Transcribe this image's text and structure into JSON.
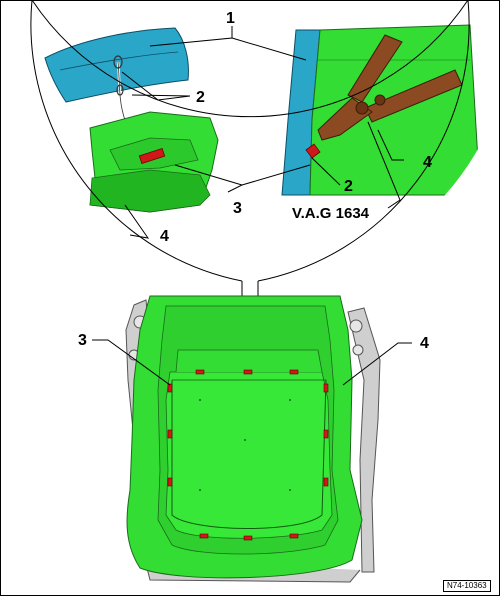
{
  "callouts": {
    "c1": "1",
    "c2_left": "2",
    "c2_right": "2",
    "c3_detail": "3",
    "c3_seat": "3",
    "c4_detail_left": "4",
    "c4_detail_right": "4",
    "c4_seat": "4"
  },
  "tool_label": "V.A.G 1634",
  "figure_id": "N74-10363",
  "colors": {
    "foam_green": "#33dd33",
    "foam_green_dark": "#1fa81f",
    "cover_blue": "#2aa6c9",
    "tool_brown": "#8b4a22",
    "clip_red": "#d01818",
    "frame_grey": "#cfcfcf"
  }
}
